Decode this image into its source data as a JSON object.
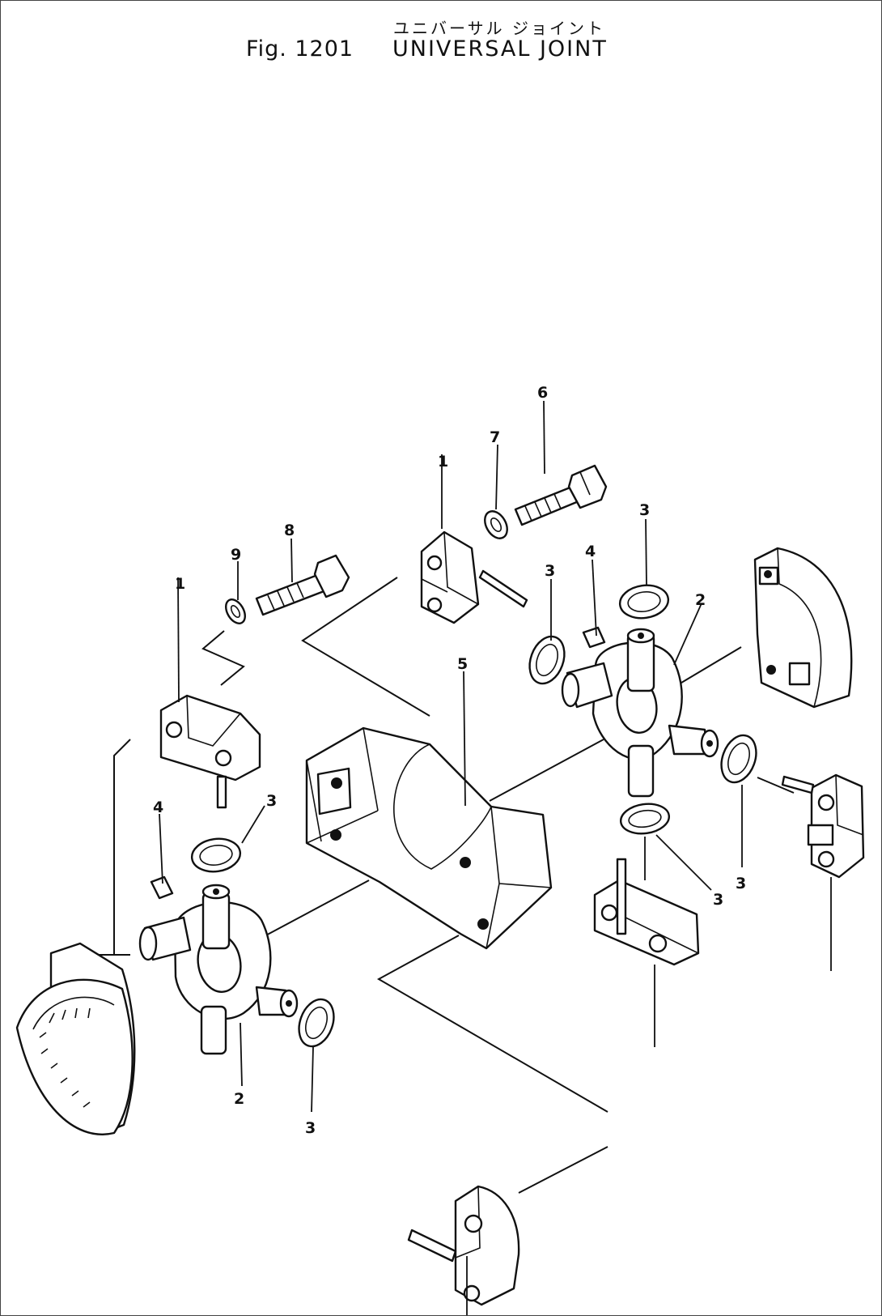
{
  "header": {
    "kana_title": "ユニバーサル ジョイント",
    "fig_number": "Fig. 1201",
    "title": "UNIVERSAL JOINT"
  },
  "callouts": {
    "c6": "6",
    "c7": "7",
    "c1_top": "1",
    "c8": "8",
    "c9": "9",
    "c1_left": "1",
    "c3_top": "3",
    "c4_right": "4",
    "c3_right_a": "3",
    "c2_right": "2",
    "c5": "5",
    "c4_left": "4",
    "c3_left_a": "3",
    "c3_right_b": "3",
    "c3_right_c": "3",
    "c2_left": "2",
    "c3_left_b": "3"
  }
}
